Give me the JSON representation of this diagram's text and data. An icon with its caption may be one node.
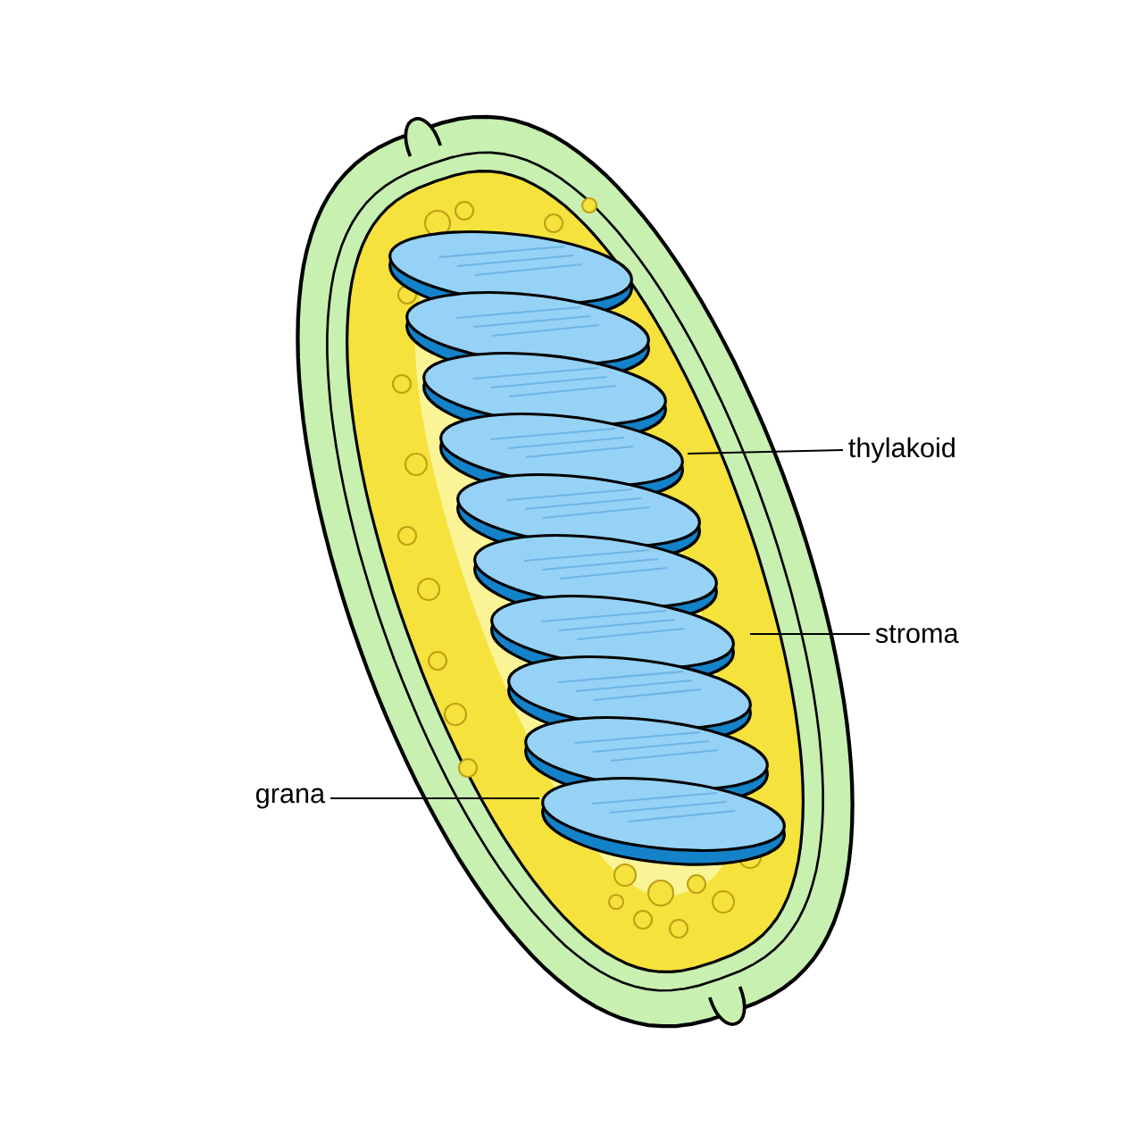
{
  "diagram": {
    "nodes": [
      {
        "text": [
          "thylakoid"
        ]
      },
      {
        "text": [
          "stroma"
        ]
      },
      {
        "text": [
          "grana"
        ]
      }
    ],
    "edges": [
      {
        "from": 0,
        "to": null,
        "arrow": "none"
      },
      {
        "from": 1,
        "to": null,
        "arrow": "none"
      },
      {
        "from": 2,
        "to": null,
        "arrow": "none"
      }
    ]
  }
}
